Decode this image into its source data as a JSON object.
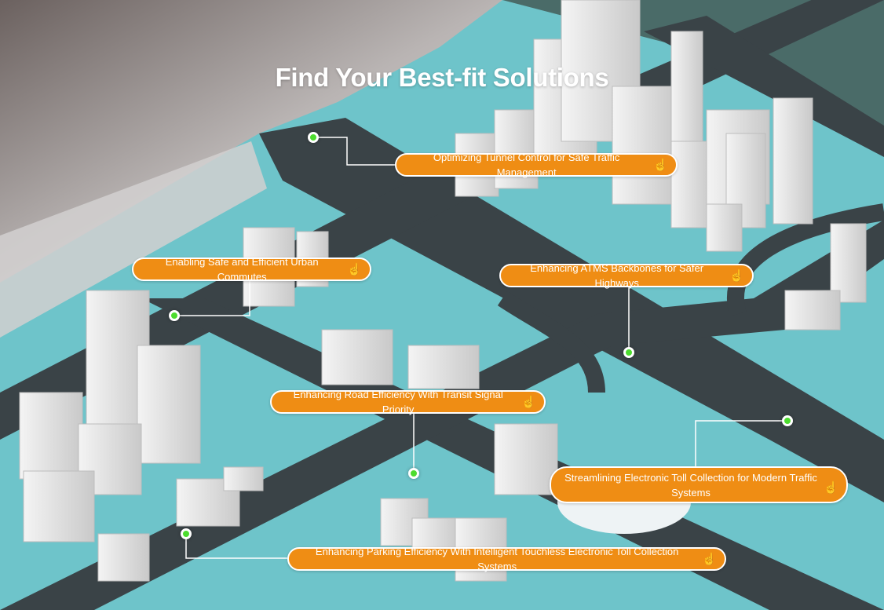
{
  "title": "Find Your Best-fit Solutions",
  "colors": {
    "accent": "#ef8d14",
    "marker": "#4cdc2e",
    "ground": "#6ec4ca",
    "road": "#3a4347"
  },
  "hotspots": [
    {
      "label": "Optimizing Tunnel Control for Safe Traffic Management",
      "icon": "hand-pointer-icon"
    },
    {
      "label": "Enabling Safe and Efficient Urban Commutes",
      "icon": "hand-pointer-icon"
    },
    {
      "label": "Enhancing ATMS Backbones for Safer Highways",
      "icon": "hand-pointer-icon"
    },
    {
      "label": "Enhancing Road Efficiency With Transit Signal Priority",
      "icon": "hand-pointer-icon"
    },
    {
      "label": "Streamlining Electronic Toll Collection for Modern Traffic Systems",
      "icon": "hand-pointer-icon"
    },
    {
      "label": "Enhancing Parking Efficiency With Intelligent Touchless Electronic Toll Collection Systems",
      "icon": "hand-pointer-icon"
    }
  ]
}
